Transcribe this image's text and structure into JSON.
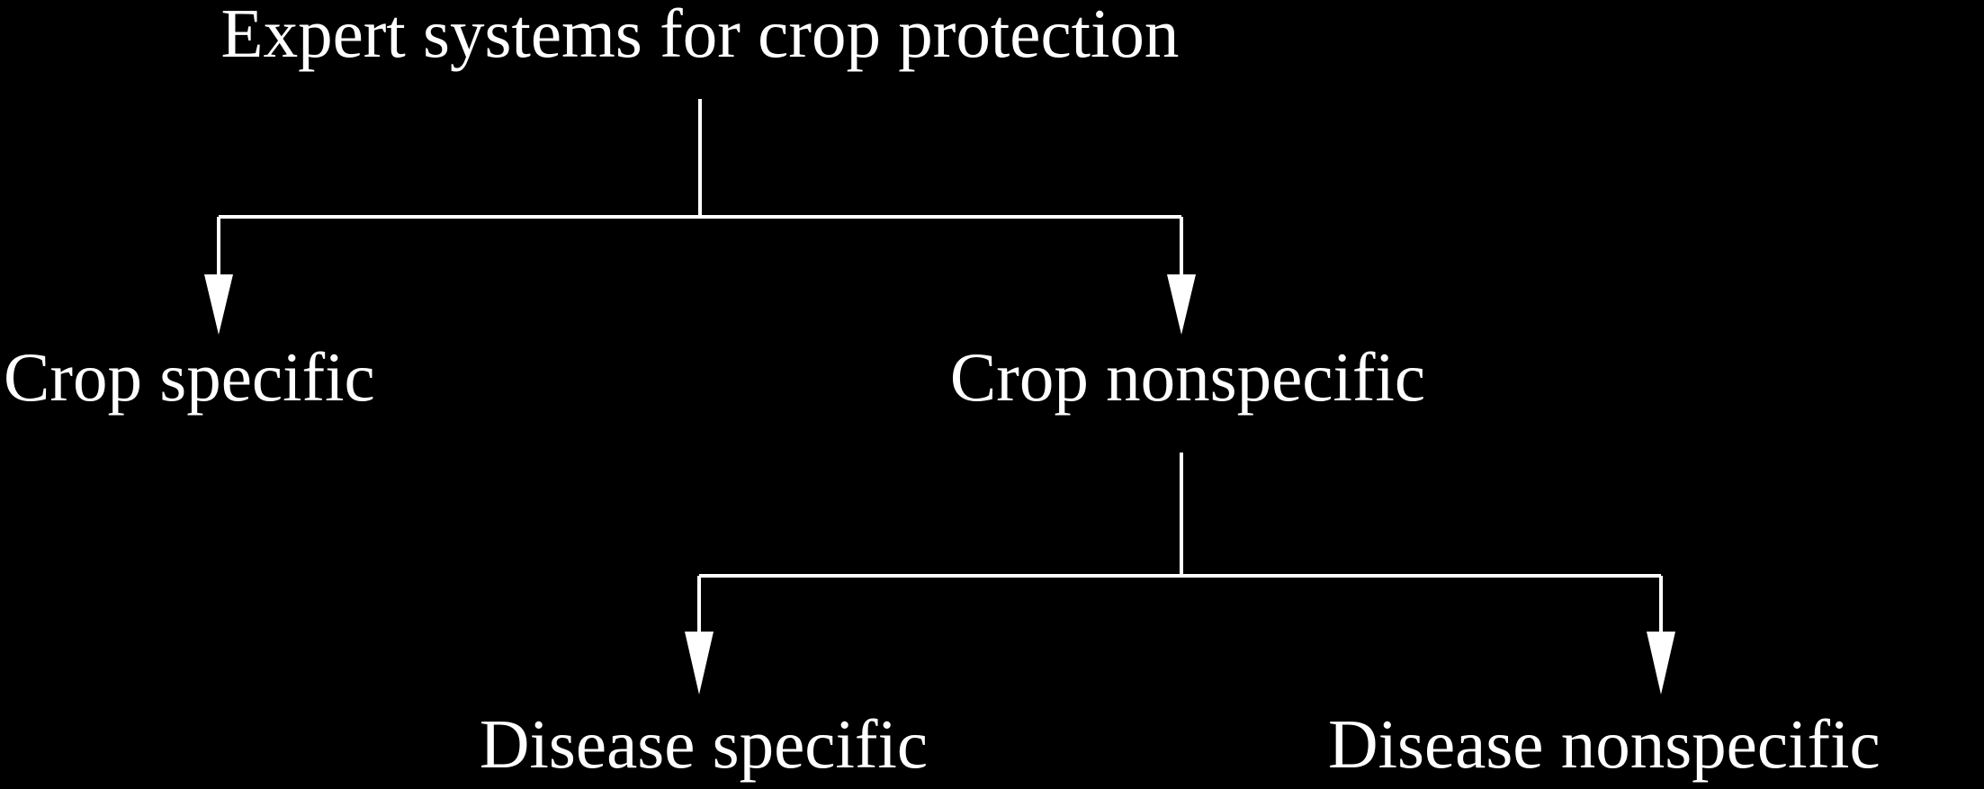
{
  "diagram": {
    "root": {
      "label": "Expert systems for crop protection"
    },
    "level1": {
      "left": {
        "label": "Crop specific"
      },
      "right": {
        "label": "Crop nonspecific"
      }
    },
    "level2": {
      "left": {
        "label": "Disease specific"
      },
      "right": {
        "label": "Disease nonspecific"
      }
    }
  },
  "colors": {
    "background": "#000000",
    "foreground": "#ffffff"
  }
}
